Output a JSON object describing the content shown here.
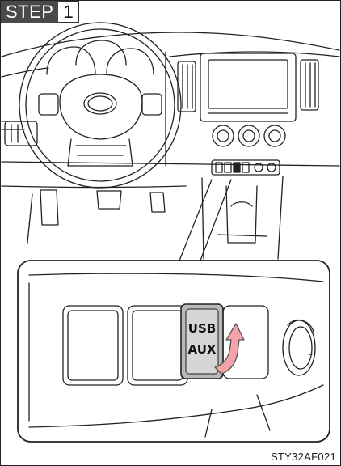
{
  "step": {
    "label": "STEP",
    "number": "1"
  },
  "illustration": {
    "port_labels": [
      "USB",
      "AUX"
    ],
    "figure_code": "STY32AF021"
  }
}
